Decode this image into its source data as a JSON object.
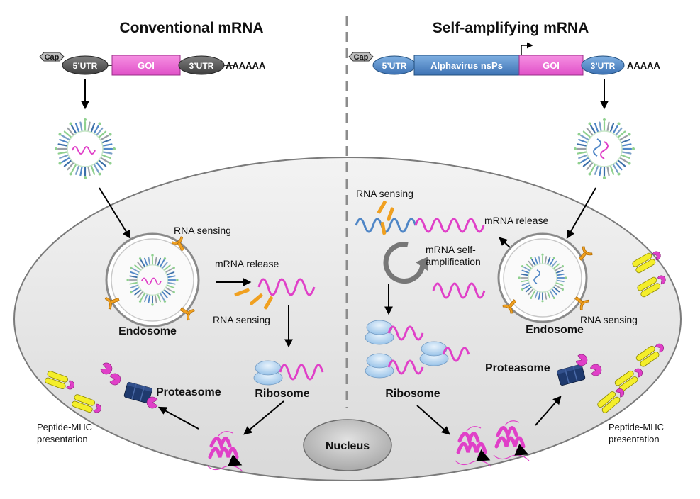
{
  "titles": {
    "left": "Conventional mRNA",
    "right": "Self-amplifying mRNA"
  },
  "construct_left": {
    "cap": "Cap",
    "utr5": "5’UTR",
    "goi": "GOI",
    "utr3": "3’UTR",
    "polya": "AAAAAA"
  },
  "construct_right": {
    "cap": "Cap",
    "utr5": "5’UTR",
    "nsps": "Alphavirus nsPs",
    "goi": "GOI",
    "utr3": "3’UTR",
    "polya": "AAAAA"
  },
  "left_labels": {
    "rna_sensing_top": "RNA sensing",
    "mrna_release": "mRNA release",
    "rna_sensing_mid": "RNA sensing",
    "endosome": "Endosome",
    "ribosome": "Ribosome",
    "proteasome": "Proteasome",
    "peptide_mhc_1": "Peptide-MHC",
    "peptide_mhc_2": "presentation"
  },
  "right_labels": {
    "rna_sensing_top": "RNA sensing",
    "mrna_release": "mRNA release",
    "self_amp_1": "mRNA self-",
    "self_amp_2": "amplification",
    "rna_sensing_bottom": "RNA sensing",
    "endosome": "Endosome",
    "ribosome": "Ribosome",
    "proteasome": "Proteasome",
    "peptide_mhc_1": "Peptide-MHC",
    "peptide_mhc_2": "presentation"
  },
  "nucleus": "Nucleus",
  "colors": {
    "mrna": "#e040c8",
    "goi": "#f070d8",
    "utr_grey": "#5a5a5a",
    "utr_blue": "#4f86c6",
    "sensor": "#f0a020",
    "mhc": "#f4ee2a",
    "ribosome": "#b9d7f2",
    "proteasome": "#1f3a6e",
    "cell": "#e5e5e5",
    "nucleus": "#bdbdbd"
  }
}
